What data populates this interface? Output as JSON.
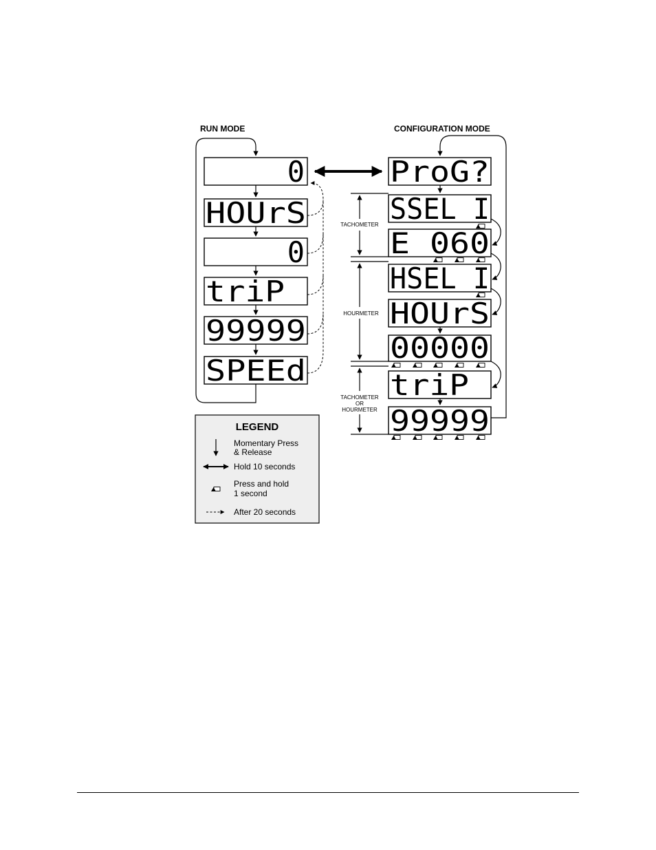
{
  "run_mode": {
    "title": "RUN MODE",
    "displays": [
      "0",
      "HOUrS",
      "0",
      "triP",
      "99999",
      "SPEEd"
    ]
  },
  "config_mode": {
    "title": "CONFIGURATION MODE",
    "displays": [
      "ProG?",
      "SSEL I",
      "E 060",
      "HSEL I",
      "HOUrS",
      "00000",
      "triP",
      "99999"
    ],
    "sections": {
      "tachometer": "TACHOMETER",
      "hourmeter": "HOURMETER",
      "either_line1": "TACHOMETER",
      "either_line2": "OR",
      "either_line3": "HOURMETER"
    }
  },
  "legend": {
    "title": "LEGEND",
    "momentary_line1": "Momentary Press",
    "momentary_line2": "& Release",
    "hold10": "Hold 10 seconds",
    "press_hold_line1": "Press and hold",
    "press_hold_line2": "1 second",
    "after20": "After 20 seconds"
  },
  "colors": {
    "ink": "#000000",
    "paper": "#ffffff",
    "legend_bg": "#eeeeee"
  }
}
